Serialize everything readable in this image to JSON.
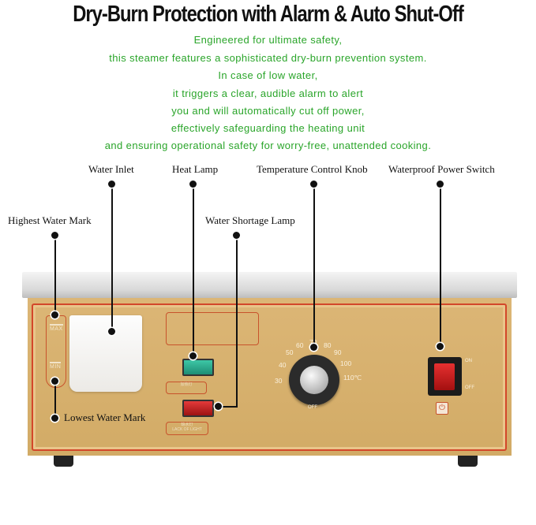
{
  "title": "Dry-Burn Protection with Alarm & Auto Shut-Off",
  "description_lines": [
    "Engineered for ultimate safety,",
    "this steamer features a sophisticated dry-burn prevention system.",
    "In case of low water,",
    "it triggers a clear, audible alarm to alert",
    "you and will automatically cut off power,",
    "effectively safeguarding the heating unit",
    "and ensuring operational safety for worry-free, unattended cooking."
  ],
  "callouts": {
    "water_inlet": "Water Inlet",
    "heat_lamp": "Heat Lamp",
    "temperature_knob": "Temperature Control Knob",
    "power_switch": "Waterproof Power Switch",
    "highest_mark": "Highest Water Mark",
    "shortage_lamp": "Water Shortage Lamp",
    "lowest_mark": "Lowest Water Mark"
  },
  "device": {
    "max_label": "MAX",
    "min_label": "MIN",
    "knob_ticks": [
      "30",
      "40",
      "50",
      "60",
      "70",
      "80",
      "90",
      "100",
      "110℃"
    ],
    "knob_off": "OFF",
    "switch_on": "ON",
    "switch_off": "OFF",
    "heat_lamp_label": "加热灯",
    "shortage_lamp_label": "缺水灯",
    "shortage_lamp_sublabel": "LACK OF LIGHT"
  },
  "colors": {
    "description_text": "#2aa52a",
    "body": "#d8b370",
    "border_accent": "#d3472a"
  }
}
